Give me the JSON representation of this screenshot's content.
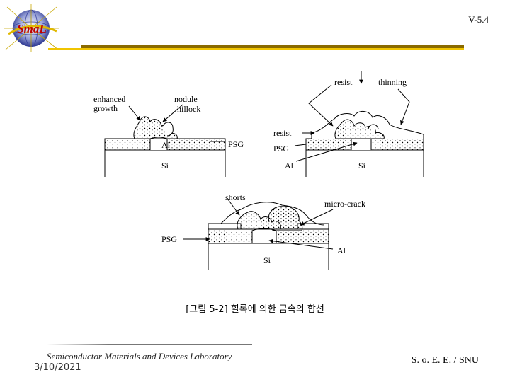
{
  "header": {
    "logo_text": "SmaL",
    "slide_number": "V-5.4",
    "accent_dark": "#8a6a00",
    "accent_light": "#f0c400"
  },
  "figure": {
    "panel_a": {
      "labels": {
        "enhanced": "enhanced",
        "growth": "growth",
        "nodule": "nodule",
        "hillock": "hillock",
        "al": "Al",
        "psg": "PSG",
        "si": "Si"
      }
    },
    "panel_b": {
      "labels": {
        "resist_top": "resist",
        "thinning": "thinning",
        "resist_side": "resist",
        "psg": "PSG",
        "al": "Al",
        "si": "Si"
      }
    },
    "panel_c": {
      "labels": {
        "shorts": "shorts",
        "micro_crack": "micro-crack",
        "psg": "PSG",
        "al": "Al",
        "si": "Si"
      }
    },
    "caption": "[그림 5-2] 힐록에 의한 금속의 합선"
  },
  "footer": {
    "lab_name": "Semiconductor Materials and Devices Laboratory",
    "date": "3/10/2021",
    "affiliation": "S. o. E. E. / SNU"
  }
}
